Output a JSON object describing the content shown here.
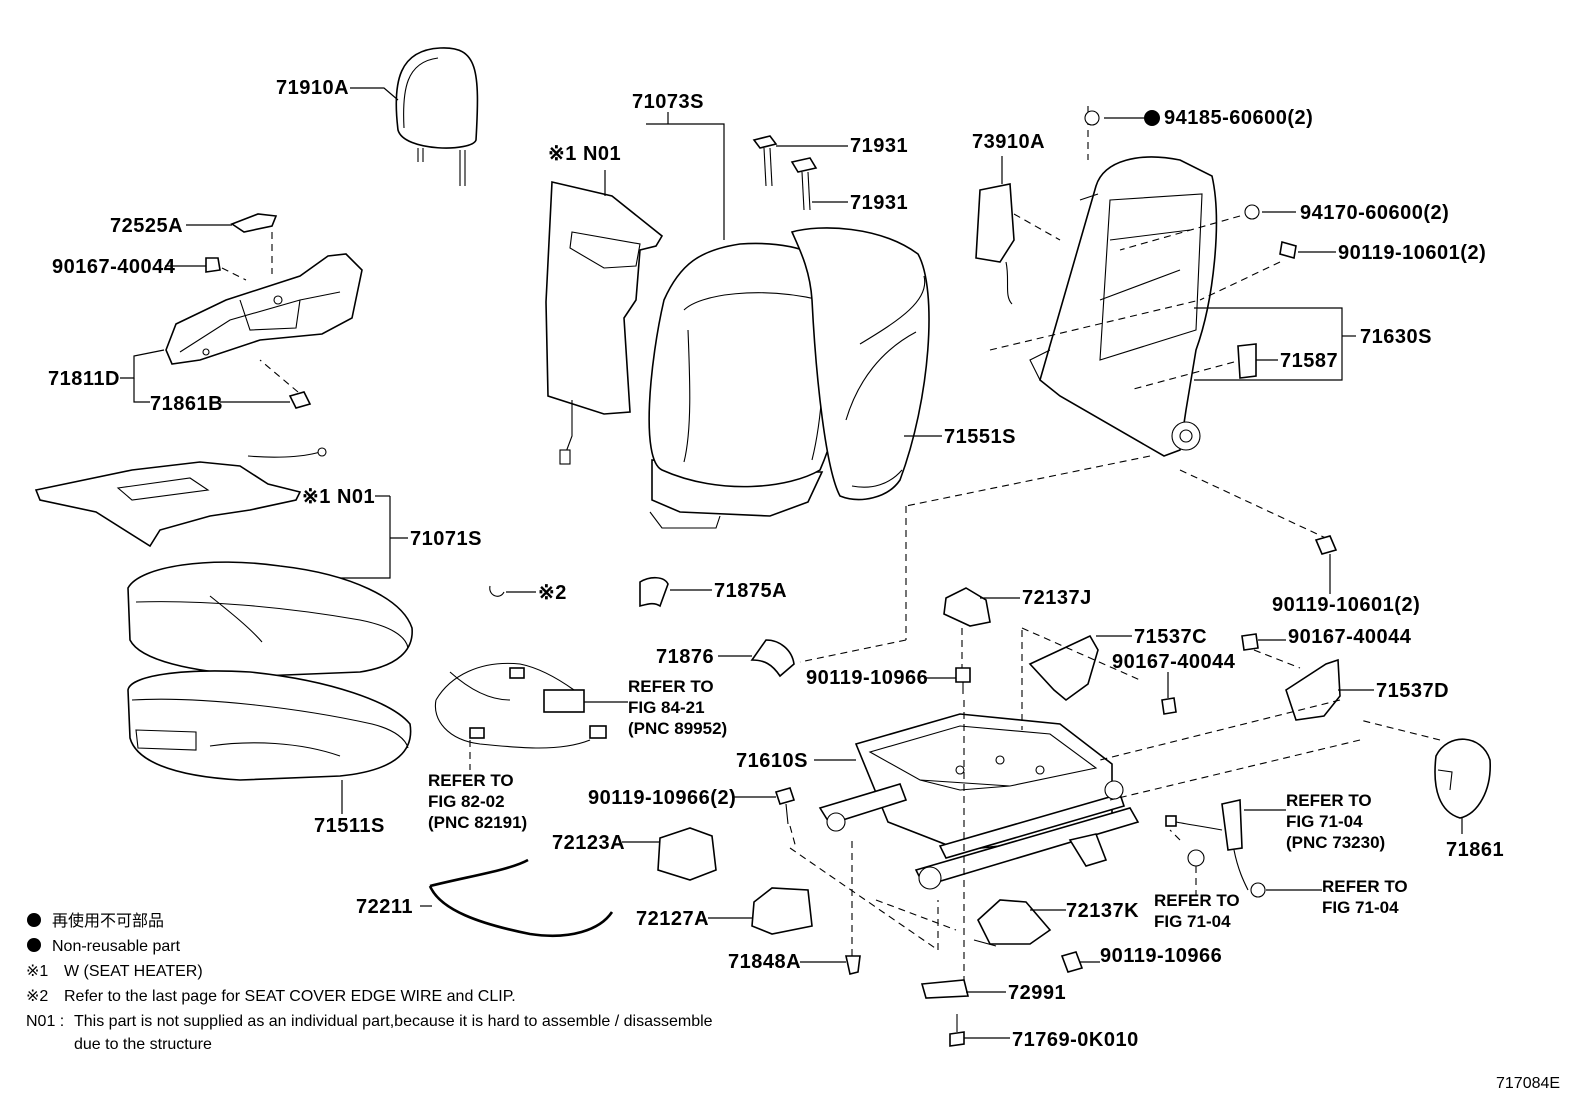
{
  "diagram_id": "717084E",
  "parts": [
    {
      "id": "p-71910A",
      "label": "71910A"
    },
    {
      "id": "p-72525A",
      "label": "72525A"
    },
    {
      "id": "p-90167-40044-a",
      "label": "90167-40044"
    },
    {
      "id": "p-71811D",
      "label": "71811D"
    },
    {
      "id": "p-71861B",
      "label": "71861B"
    },
    {
      "id": "p-N01-a",
      "label": "※1 N01"
    },
    {
      "id": "p-71071S",
      "label": "71071S"
    },
    {
      "id": "p-71511S",
      "label": "71511S"
    },
    {
      "id": "p-72211",
      "label": "72211"
    },
    {
      "id": "p-N01-b",
      "label": "※1 N01"
    },
    {
      "id": "p-71073S",
      "label": "71073S"
    },
    {
      "id": "p-71931-a",
      "label": "71931"
    },
    {
      "id": "p-71931-b",
      "label": "71931"
    },
    {
      "id": "p-71551S",
      "label": "71551S"
    },
    {
      "id": "p-clip-2",
      "label": "※2"
    },
    {
      "id": "p-71875A",
      "label": "71875A"
    },
    {
      "id": "p-71876",
      "label": "71876"
    },
    {
      "id": "p-90119-10966-a",
      "label": "90119-10966"
    },
    {
      "id": "p-72137J",
      "label": "72137J"
    },
    {
      "id": "p-71610S",
      "label": "71610S"
    },
    {
      "id": "p-90119-10966-2",
      "label": "90119-10966(2)"
    },
    {
      "id": "p-72123A",
      "label": "72123A"
    },
    {
      "id": "p-72127A",
      "label": "72127A"
    },
    {
      "id": "p-71848A",
      "label": "71848A"
    },
    {
      "id": "p-72137K",
      "label": "72137K"
    },
    {
      "id": "p-90119-10966-b",
      "label": "90119-10966"
    },
    {
      "id": "p-72991",
      "label": "72991"
    },
    {
      "id": "p-71769-0K010",
      "label": "71769-0K010"
    },
    {
      "id": "p-73910A",
      "label": "73910A"
    },
    {
      "id": "p-94185-60600",
      "label": "94185-60600(2)"
    },
    {
      "id": "p-94170-60600",
      "label": "94170-60600(2)"
    },
    {
      "id": "p-90119-10601-a",
      "label": "90119-10601(2)"
    },
    {
      "id": "p-71630S",
      "label": "71630S"
    },
    {
      "id": "p-71587",
      "label": "71587"
    },
    {
      "id": "p-90119-10601-b",
      "label": "90119-10601(2)"
    },
    {
      "id": "p-71537C",
      "label": "71537C"
    },
    {
      "id": "p-90167-40044-b",
      "label": "90167-40044"
    },
    {
      "id": "p-90167-40044-c",
      "label": "90167-40044"
    },
    {
      "id": "p-71537D",
      "label": "71537D"
    },
    {
      "id": "p-71861",
      "label": "71861"
    }
  ],
  "references": [
    {
      "id": "ref-84-21",
      "lines": [
        "REFER TO",
        "FIG 84-21",
        "(PNC 89952)"
      ]
    },
    {
      "id": "ref-82-02",
      "lines": [
        "REFER TO",
        "FIG 82-02",
        "(PNC 82191)"
      ]
    },
    {
      "id": "ref-71-04-a",
      "lines": [
        "REFER TO",
        "FIG 71-04",
        "(PNC 73230)"
      ]
    },
    {
      "id": "ref-71-04-b",
      "lines": [
        "REFER TO",
        "FIG 71-04"
      ]
    },
    {
      "id": "ref-71-04-c",
      "lines": [
        "REFER TO",
        "FIG 71-04"
      ]
    }
  ],
  "legend": {
    "nonreusable_jp": "再使用不可部品",
    "nonreusable_en": "Non-reusable part",
    "note1_mark": "※1",
    "note1_text": "W (SEAT  HEATER)",
    "note2_mark": "※2",
    "note2_text": "Refer to the last page for SEAT COVER EDGE WIRE and CLIP.",
    "n01_mark": "N01 :",
    "n01_line1": "This part is not supplied as an individual part,because it is hard to assemble / disassemble",
    "n01_line2": "due to the structure"
  },
  "colors": {
    "ink": "#000000",
    "paper": "#ffffff"
  }
}
